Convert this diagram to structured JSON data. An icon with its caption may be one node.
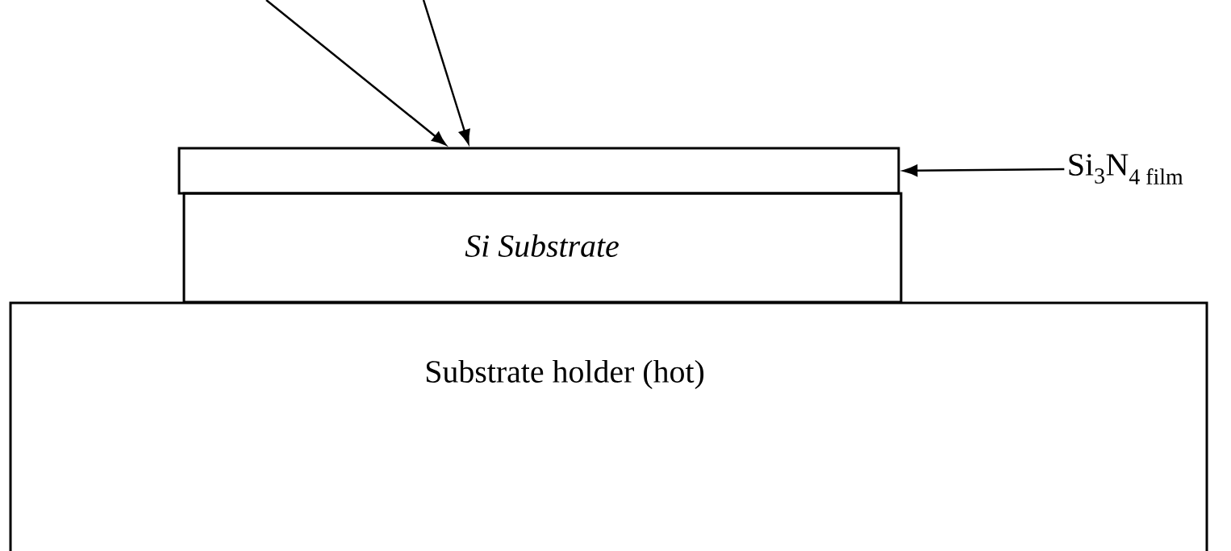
{
  "diagram": {
    "nodes": [
      {
        "text": [
          "Si$_{3}$N$_{4 film}$"
        ]
      },
      {
        "text": [],
        "shape": "box"
      },
      {
        "text": [
          "Si Substrate"
        ]
      },
      {
        "text": [
          "Substrate holder (hot)"
        ]
      }
    ],
    "edges": [
      {
        "from": null,
        "to": 1,
        "arrow": "to"
      },
      {
        "from": null,
        "to": 1,
        "arrow": "to"
      },
      {
        "from": 0,
        "to": 1,
        "arrow": "to"
      }
    ]
  }
}
